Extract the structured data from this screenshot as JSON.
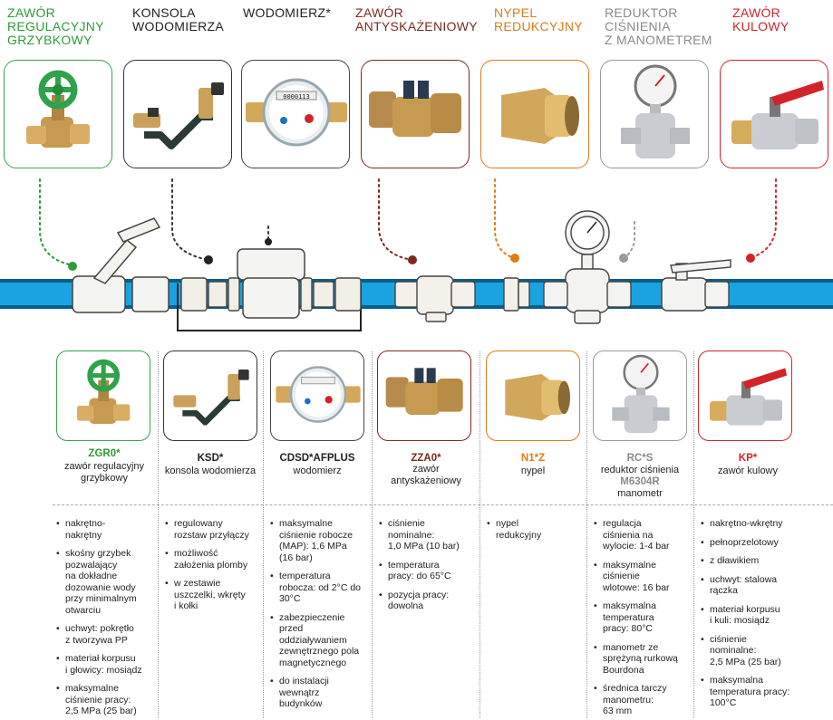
{
  "top_labels": [
    {
      "text": "ZAWÓR\nREGULACYJNY\nGRZYBKOWY",
      "color": "#2e9b3a"
    },
    {
      "text": "KONSOLA\nWODOMIERZA",
      "color": "#222222"
    },
    {
      "text": "WODOMIERZ*",
      "color": "#222222"
    },
    {
      "text": "ZAWÓR\nANTYSKAŻENIOWY",
      "color": "#7a2a1f"
    },
    {
      "text": "NYPEL\nREDUKCYJNY",
      "color": "#e07a17"
    },
    {
      "text": "REDUKTOR\nCIŚNIENIA\nZ MANOMETREM",
      "color": "#8a8a8a"
    },
    {
      "text": "ZAWÓR\nKULOWY",
      "color": "#d3232a"
    }
  ],
  "top_boxes": [
    {
      "border": "#3aa14a",
      "icon": "globe-valve-icon"
    },
    {
      "border": "#333333",
      "icon": "meter-bracket-icon"
    },
    {
      "border": "#444444",
      "icon": "water-meter-icon"
    },
    {
      "border": "#7a2a1f",
      "icon": "backflow-valve-icon"
    },
    {
      "border": "#e07a17",
      "icon": "reducing-nipple-icon"
    },
    {
      "border": "#9a9a9a",
      "icon": "pressure-reducer-icon"
    },
    {
      "border": "#d3232a",
      "icon": "ball-valve-icon"
    }
  ],
  "products": [
    {
      "code": "ZGR0*",
      "code_color": "#2e9b3a",
      "desc": "zawór regulacyjny\ngrzybkowy",
      "border": "#3aa14a",
      "icon": "globe-valve-icon",
      "bullets": [
        "nakrętno-\nnakrętny",
        "skośny grzybek\npozwalający\nna dokładne\ndozowanie wody\nprzy minimalnym\notwarciu",
        "uchwyt: pokrętło\nz tworzywa PP",
        "materiał korpusu\ni głowicy: mosiądz",
        "maksymalne\nciśnienie pracy:\n2,5 MPa (25 bar)"
      ]
    },
    {
      "code": "KSD*",
      "code_color": "#222222",
      "desc": "konsola wodomierza",
      "border": "#333333",
      "icon": "meter-bracket-icon",
      "bullets": [
        "regulowany\nrozstaw przyłączy",
        "możliwość\nzałożenia plomby",
        "w zestawie\nuszczelki, wkręty\ni kołki"
      ]
    },
    {
      "code": "CDSD*AFPLUS",
      "code_color": "#222222",
      "desc": "wodomierz",
      "border": "#444444",
      "icon": "water-meter-icon",
      "bullets": [
        "maksymalne\nciśnienie robocze\n(MAP): 1,6 MPa\n(16 bar)",
        "temperatura\nrobocza: od 2°C do\n30°C",
        "zabezpieczenie\nprzed\noddziaływaniem\nzewnętrznego pola\nmagnetycznego",
        "do instalacji\nwewnątrz\nbudynków"
      ]
    },
    {
      "code": "ZZA0*",
      "code_color": "#7a2a1f",
      "desc": "zawór\nantyskażeniowy",
      "border": "#7a2a1f",
      "icon": "backflow-valve-icon",
      "bullets": [
        "ciśnienie\nnominalne:\n1,0 MPa (10 bar)",
        "temperatura\npracy: do 65°C",
        "pozycja pracy:\ndowolna"
      ]
    },
    {
      "code": "N1*Z",
      "code_color": "#e07a17",
      "desc": "nypel",
      "border": "#e07a17",
      "icon": "reducing-nipple-icon",
      "bullets": [
        "nypel\nredukcyjny"
      ]
    },
    {
      "code": "RC*S",
      "code_color": "#8a8a8a",
      "desc": "reduktor ciśnienia",
      "code2": "M6304R",
      "desc2": "manometr",
      "border": "#9a9a9a",
      "icon": "pressure-reducer-icon",
      "bullets": [
        "regulacja\nciśnienia na\nwylocie: 1-4 bar",
        "maksymalne\nciśnienie\nwlotowe: 16 bar",
        "maksymalna\ntemperatura\npracy: 80°C",
        "manometr ze\nsprężyną rurkową\nBourdona",
        "średnica tarczy\nmanometru:\n63 mm"
      ]
    },
    {
      "code": "KP*",
      "code_color": "#d3232a",
      "desc": "zawór kulowy",
      "border": "#d3232a",
      "icon": "ball-valve-icon",
      "bullets": [
        "nakrętno-wkrętny",
        "pełnoprzelotowy",
        "z dławikiem",
        "uchwyt: stalowa\nrączka",
        "materiał korpusu\ni kuli: mosiądz",
        "ciśnienie\nnominalne:\n2,5 MPa (25 bar)",
        "maksymalna\ntemperatura pracy:\n100°C"
      ]
    }
  ],
  "colors": {
    "pipe_blue": "#1aa3e0",
    "pipe_dark": "#0b5e8a",
    "brass": "#c9a15a",
    "green": "#2e9b3a"
  }
}
